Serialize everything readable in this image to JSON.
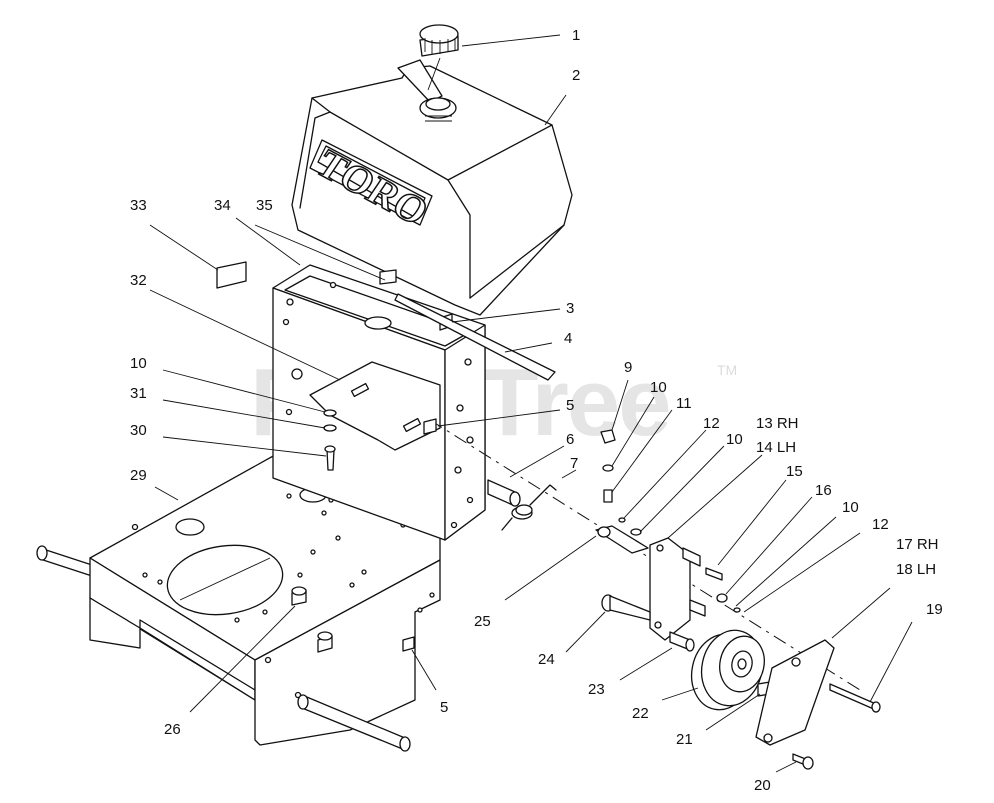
{
  "watermark": {
    "text": "PartsTree",
    "trademark": "TM"
  },
  "tank_logo": "TORO",
  "callouts": [
    "1",
    "2",
    "33",
    "34",
    "35",
    "32",
    "3",
    "4",
    "10",
    "31",
    "30",
    "5",
    "29",
    "9",
    "10",
    "11",
    "12",
    "10",
    "13 RH",
    "14 LH",
    "6",
    "7",
    "15",
    "16",
    "10",
    "12",
    "17 RH",
    "18 LH",
    "25",
    "19",
    "24",
    "23",
    "22",
    "21",
    "26",
    "5",
    "20"
  ]
}
